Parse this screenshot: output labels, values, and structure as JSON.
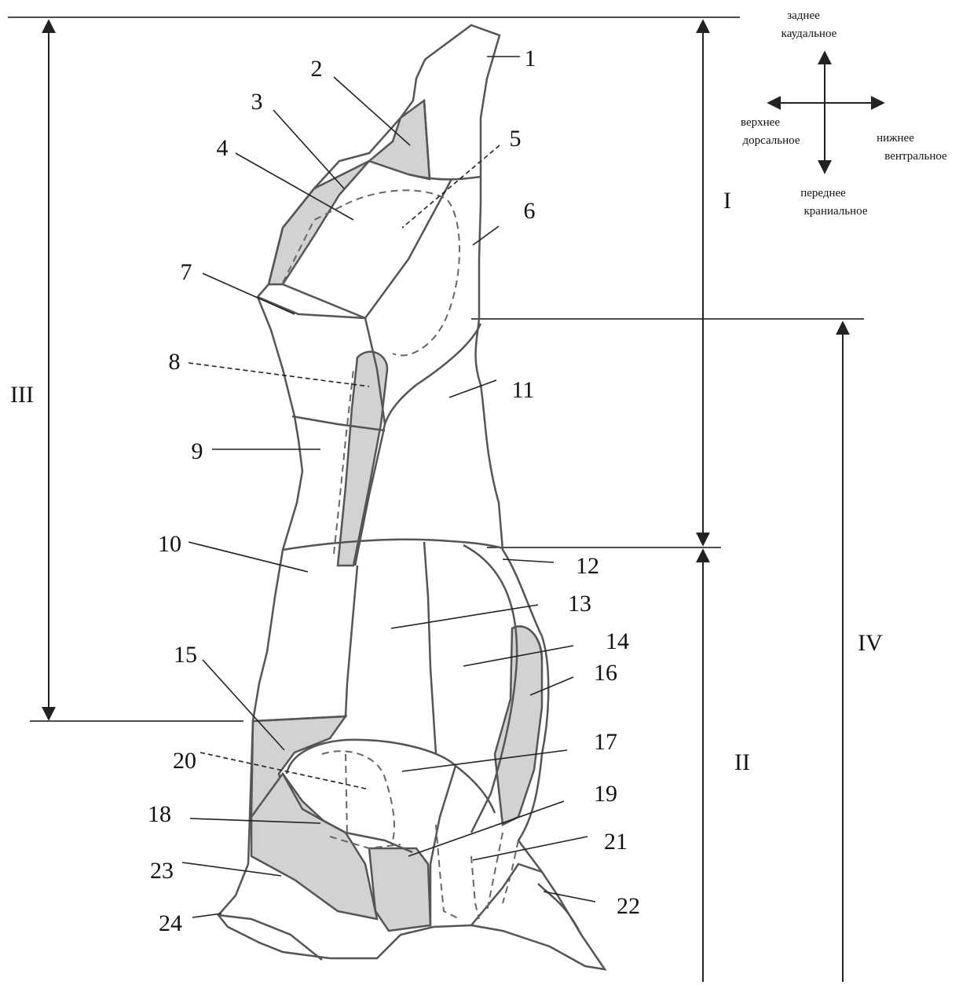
{
  "directions": {
    "up_line1": "заднее",
    "up_line2": "каудальное",
    "left_line1": "верхнее",
    "left_line2": "дорсальное",
    "right_line1": "нижнее",
    "right_line2": "вентральное",
    "down_line1": "переднее",
    "down_line2": "краниальное"
  },
  "regions": {
    "r1": "I",
    "r2": "II",
    "r3": "III",
    "r4": "IV"
  },
  "labels": [
    "1",
    "2",
    "3",
    "4",
    "5",
    "6",
    "7",
    "8",
    "9",
    "10",
    "11",
    "12",
    "13",
    "14",
    "15",
    "16",
    "17",
    "18",
    "19",
    "20",
    "21",
    "22",
    "23",
    "24"
  ],
  "colors": {
    "outline": "#555555",
    "shaded": "#d2d2d2",
    "ink": "#111111"
  }
}
